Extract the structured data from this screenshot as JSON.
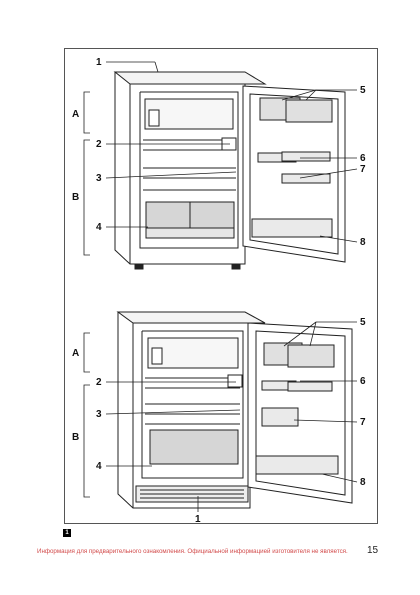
{
  "figure": {
    "tag": "1",
    "top_diagram": {
      "callouts_left": [
        "1",
        "A",
        "2",
        "3",
        "B",
        "4"
      ],
      "callouts_right": [
        "5",
        "6",
        "7",
        "8"
      ]
    },
    "bottom_diagram": {
      "callouts_left": [
        "A",
        "2",
        "3",
        "B",
        "4",
        "1"
      ],
      "callouts_right": [
        "5",
        "6",
        "7",
        "8"
      ]
    }
  },
  "footer": {
    "note": "Информация для предварительного ознакомления. Официальной информацией изготовителя не является.",
    "page_number": "15"
  },
  "colors": {
    "note_red": "#d24b4b",
    "line": "#222222",
    "shelf_gray": "#cfcfcf"
  }
}
